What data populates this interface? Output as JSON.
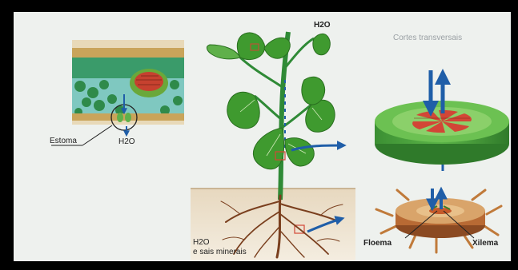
{
  "labels": {
    "h2o_top": "H2O",
    "h2o_leaf": "H2O",
    "estoma": "Estoma",
    "cortes": "Cortes transversais",
    "h2o_root": "H2O",
    "sais_minerais": "e sais minerais",
    "floema": "Floema",
    "xilema": "Xilema"
  },
  "colors": {
    "frame": "#000000",
    "background": "#eef1ee",
    "leaf_green": "#3f9a2f",
    "stem_green": "#2f8a36",
    "root_brown": "#7a3f1e",
    "soil": "#d9c7a8",
    "phloem_red": "#d24636",
    "arrow_blue": "#1f5ea8"
  }
}
